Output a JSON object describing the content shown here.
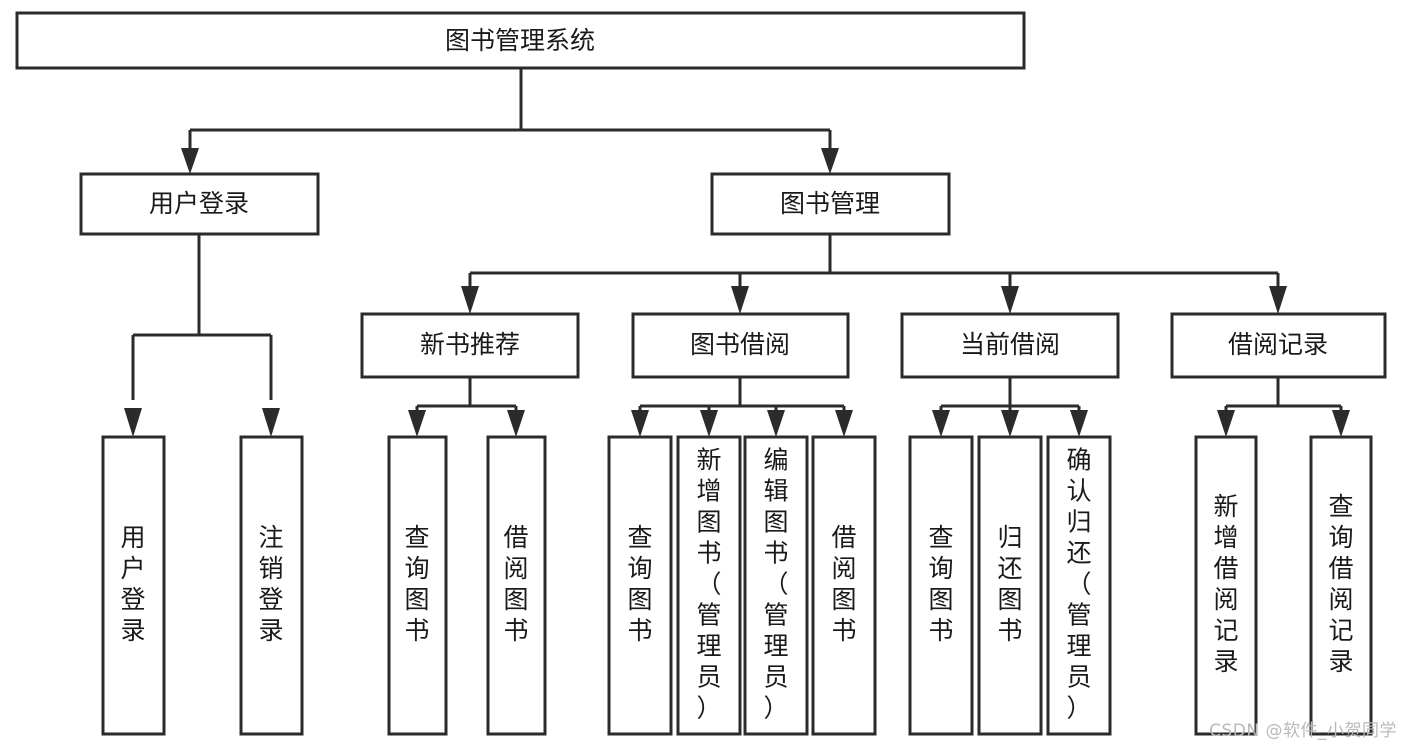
{
  "diagram": {
    "type": "tree-hierarchy",
    "title": "图书管理系统",
    "watermark": "CSDN @软件_小贺同学",
    "colors": {
      "stroke": "#2b2b2b",
      "fill": "#ffffff",
      "text": "#1a1a1a",
      "watermark": "#b9b9b9"
    },
    "levels": {
      "root": {
        "label": "图书管理系统"
      },
      "level1": [
        {
          "label": "用户登录"
        },
        {
          "label": "图书管理"
        }
      ],
      "level2": [
        {
          "label": "新书推荐"
        },
        {
          "label": "图书借阅"
        },
        {
          "label": "当前借阅"
        },
        {
          "label": "借阅记录"
        }
      ],
      "leaves": [
        {
          "label": "用户登录",
          "parent": "用户登录"
        },
        {
          "label": "注销登录",
          "parent": "用户登录"
        },
        {
          "label": "查询图书",
          "parent": "新书推荐"
        },
        {
          "label": "借阅图书",
          "parent": "新书推荐"
        },
        {
          "label": "查询图书",
          "parent": "图书借阅"
        },
        {
          "label": "新增图书（管理员）",
          "parent": "图书借阅"
        },
        {
          "label": "编辑图书（管理员）",
          "parent": "图书借阅"
        },
        {
          "label": "借阅图书",
          "parent": "图书借阅"
        },
        {
          "label": "查询图书",
          "parent": "当前借阅"
        },
        {
          "label": "归还图书",
          "parent": "当前借阅"
        },
        {
          "label": "确认归还（管理员）",
          "parent": "当前借阅"
        },
        {
          "label": "新增借阅记录",
          "parent": "借阅记录"
        },
        {
          "label": "查询借阅记录",
          "parent": "借阅记录"
        }
      ]
    },
    "nodes": {
      "root": "图书管理系统",
      "n_user_login": "用户登录",
      "n_book_mgmt": "图书管理",
      "n_new_book": "新书推荐",
      "n_borrow": "图书借阅",
      "n_current": "当前借阅",
      "n_record": "借阅记录",
      "l_user_login": "用户登录",
      "l_logout": "注销登录",
      "l_query_book_1": "查询图书",
      "l_borrow_book_1": "借阅图书",
      "l_query_book_2": "查询图书",
      "l_add_book": "新增图书（管理员）",
      "l_edit_book": "编辑图书（管理员）",
      "l_borrow_book_2": "借阅图书",
      "l_query_book_3": "查询图书",
      "l_return_book": "归还图书",
      "l_confirm_return": "确认归还（管理员）",
      "l_add_record": "新增借阅记录",
      "l_query_record": "查询借阅记录"
    }
  }
}
